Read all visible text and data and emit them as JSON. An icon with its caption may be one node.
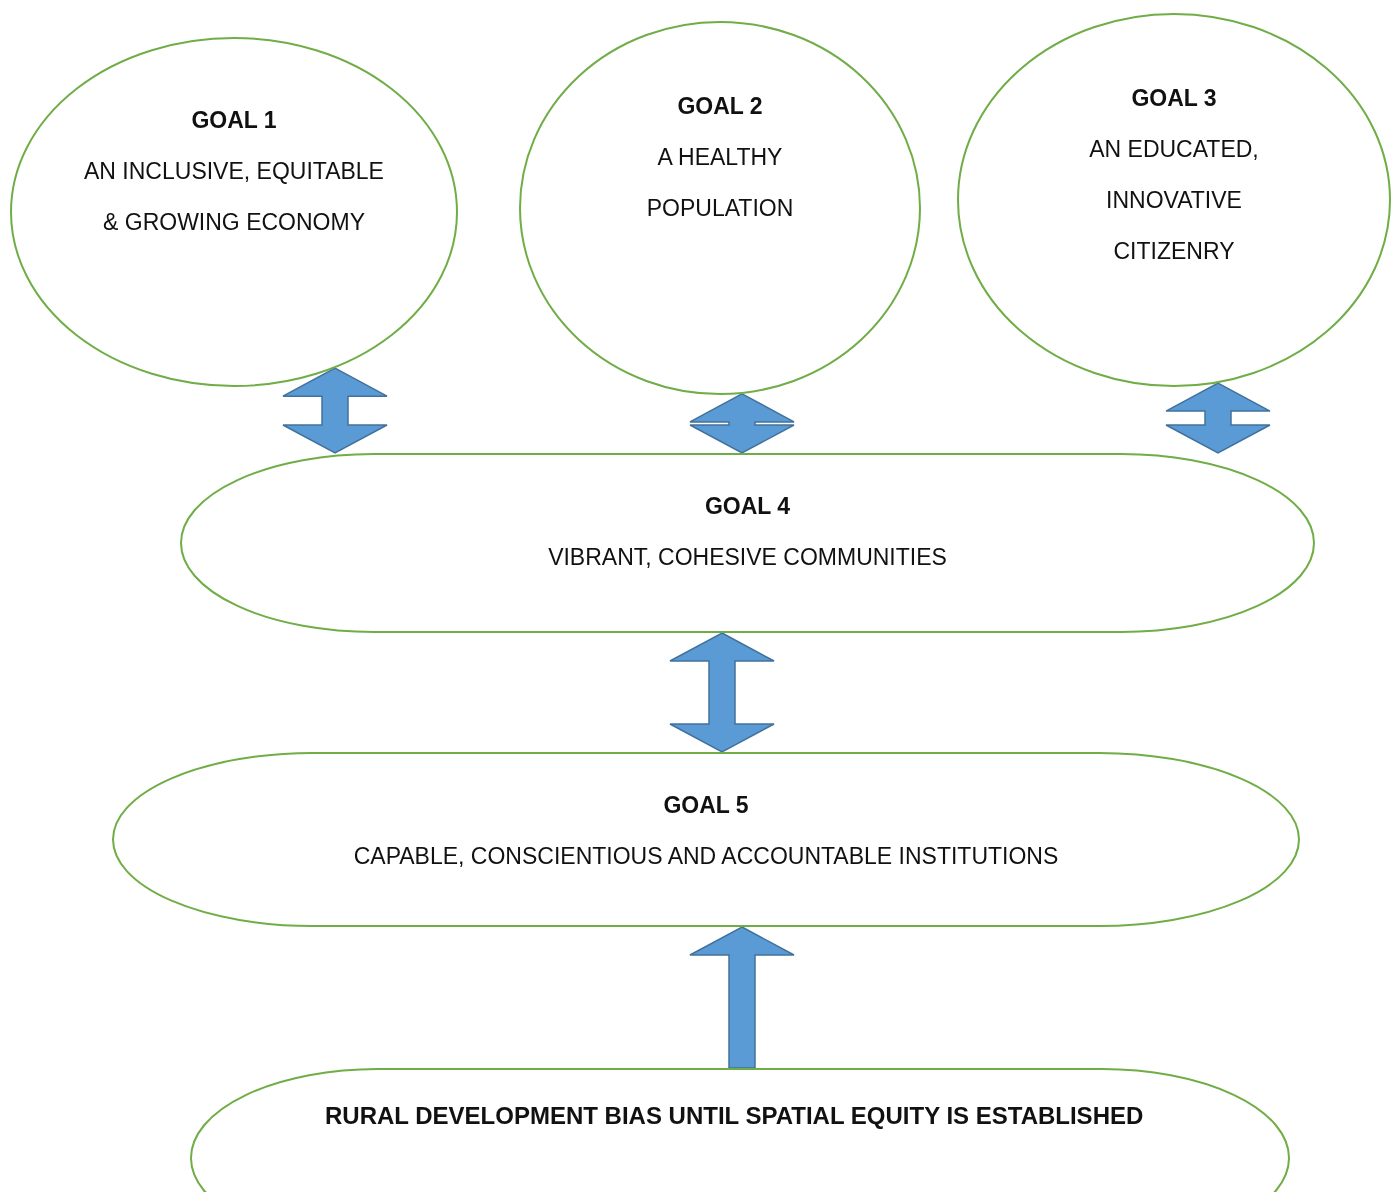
{
  "diagram": {
    "nodes": [
      {
        "text": [
          "GOAL 1",
          "AN INCLUSIVE, EQUITABLE & GROWING ECONOMY"
        ]
      },
      {
        "text": [
          "GOAL 2",
          "A HEALTHY POPULATION"
        ]
      },
      {
        "text": [
          "GOAL 3",
          "AN EDUCATED, INNOVATIVE CITIZENRY"
        ]
      },
      {
        "text": [
          "GOAL 4",
          "VIBRANT, COHESIVE COMMUNITIES"
        ]
      },
      {
        "text": [
          "GOAL 5",
          "CAPABLE, CONSCIENTIOUS AND ACCOUNTABLE INSTITUTIONS"
        ]
      },
      {
        "text": [
          "RURAL DEVELOPMENT BIAS UNTIL SPATIAL EQUITY IS ESTABLISHED"
        ]
      }
    ],
    "edges": [
      {
        "from": 0,
        "to": 3,
        "arrow": "both"
      },
      {
        "from": 1,
        "to": 3,
        "arrow": "both"
      },
      {
        "from": 2,
        "to": 3,
        "arrow": "both"
      },
      {
        "from": 3,
        "to": 4,
        "arrow": "both"
      },
      {
        "from": 5,
        "to": 4,
        "arrow": "to"
      }
    ]
  }
}
